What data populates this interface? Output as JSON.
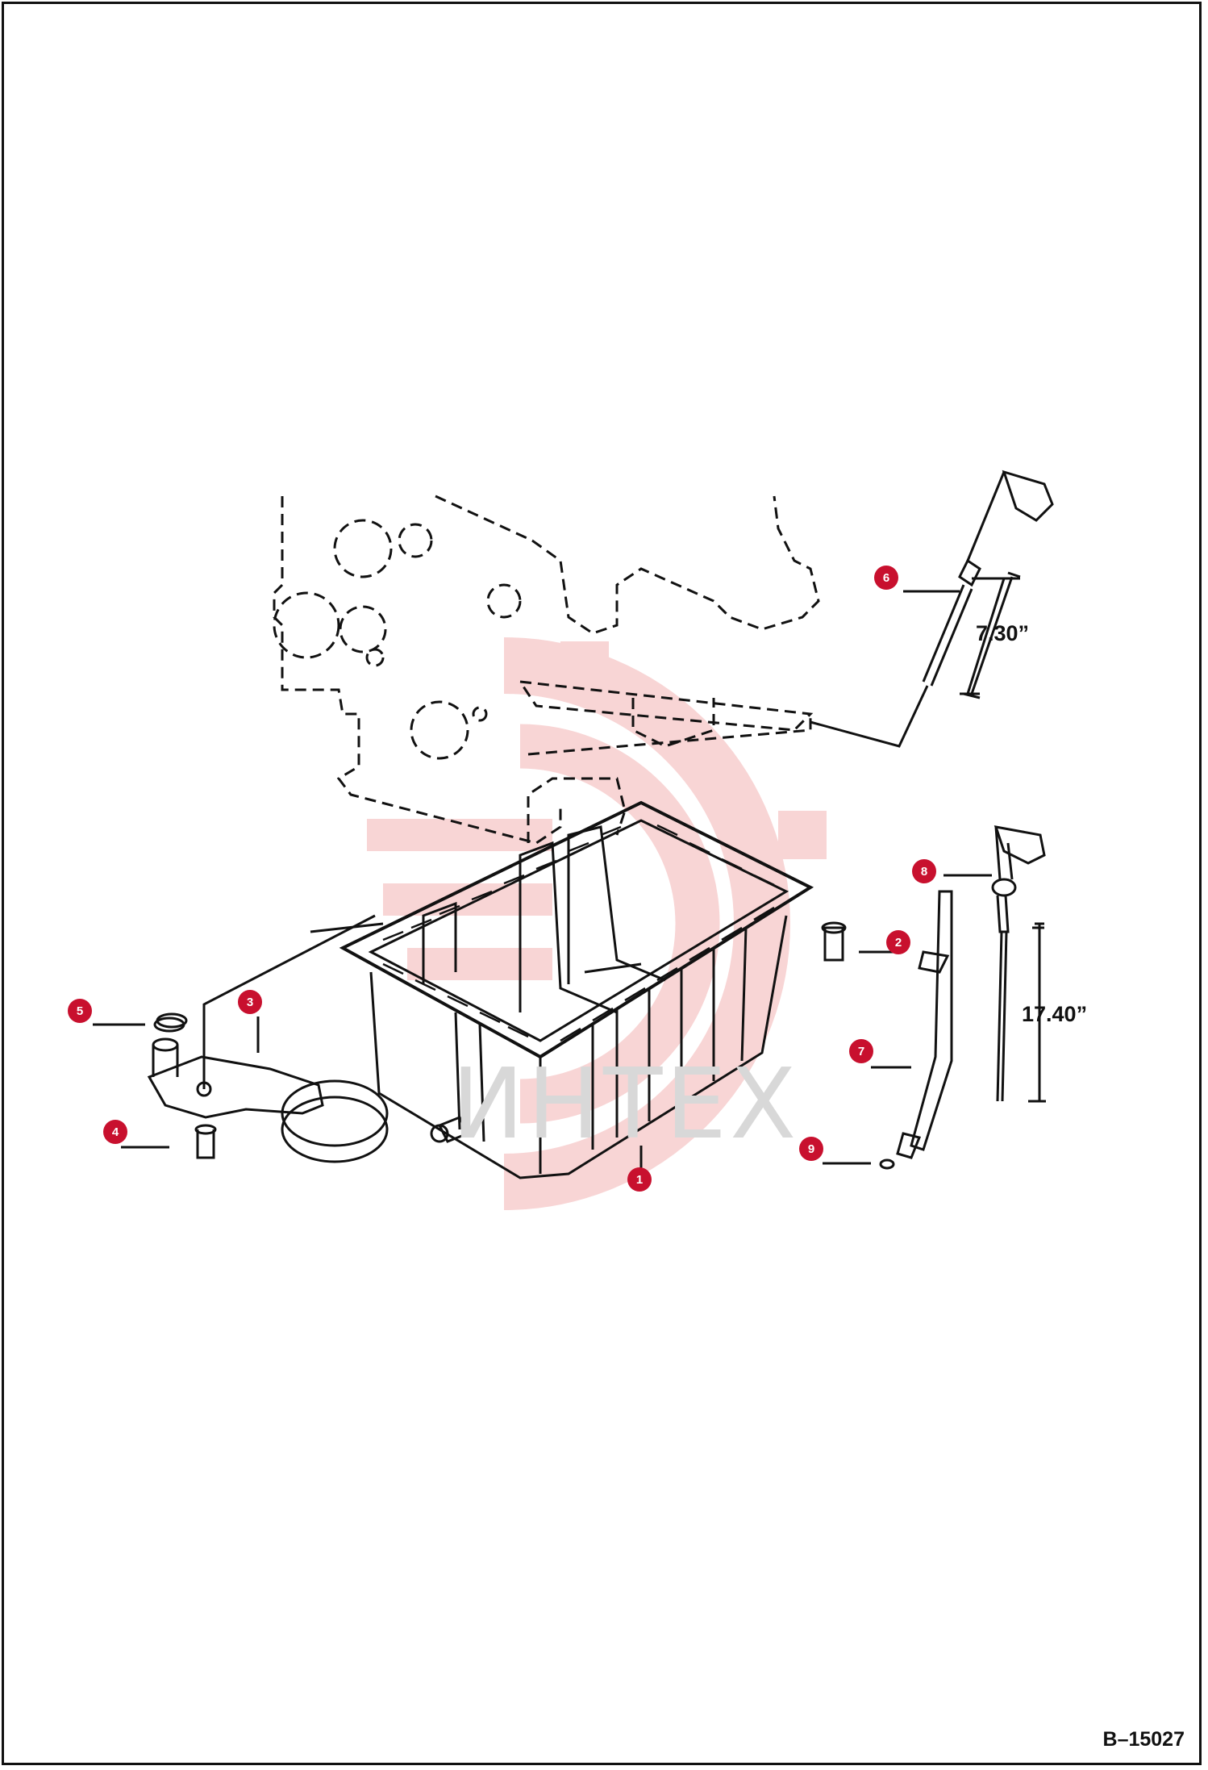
{
  "diagram": {
    "drawing_number": "B–15027",
    "watermark": "ИНТЕХ",
    "dimensions": [
      {
        "id": "dipstick-short",
        "label": "7.30”"
      },
      {
        "id": "dipstick-long",
        "label": "17.40”"
      }
    ],
    "callouts": [
      {
        "id": "1",
        "label": "1"
      },
      {
        "id": "2",
        "label": "2"
      },
      {
        "id": "3",
        "label": "3"
      },
      {
        "id": "4",
        "label": "4"
      },
      {
        "id": "5",
        "label": "5"
      },
      {
        "id": "6",
        "label": "6"
      },
      {
        "id": "7",
        "label": "7"
      },
      {
        "id": "8",
        "label": "8"
      },
      {
        "id": "9",
        "label": "9"
      }
    ]
  },
  "colors": {
    "callout": "#c8102e",
    "linework": "#111111",
    "watermark": "#f3b3b3"
  },
  "icons": {
    "watermark_logo": "gear-logo-icon"
  }
}
